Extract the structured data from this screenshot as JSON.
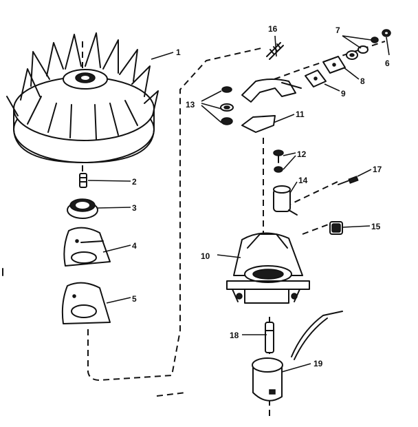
{
  "labels": {
    "p1": "1",
    "p2": "2",
    "p3": "3",
    "p4": "4",
    "p5": "5",
    "p6": "6",
    "p7": "7",
    "p8": "8",
    "p9": "9",
    "p10": "10",
    "p11": "11",
    "p12": "12",
    "p13": "13",
    "p14": "14",
    "p15": "15",
    "p16": "16",
    "p17": "17",
    "p18": "18",
    "p18b": "18",
    "p19": "19"
  }
}
